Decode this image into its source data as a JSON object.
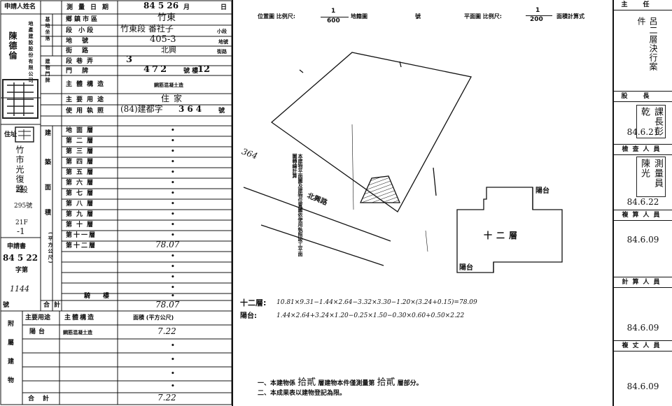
{
  "applicant": {
    "header": "申請人姓名",
    "company": "地產建設股份有限公司",
    "person": "陳德倫",
    "address_label": "住址",
    "address_city": "竹市光復路",
    "address_section": "2段",
    "address_number": "295號",
    "address_floor": "21F",
    "address_suffix": "-1",
    "apply_label": "申請書",
    "apply_date": "84 5 22",
    "apply_num_label": "字第",
    "apply_number": "1144",
    "apply_num_suffix": "號"
  },
  "survey": {
    "date_label": "測量日期",
    "date_value": "84 5 26",
    "date_month": "月",
    "date_day": "日",
    "township_label": "鄉鎮市區",
    "township_value": "竹東",
    "section_label": "段 小段",
    "section_value": "竹東段 番社子",
    "section_suffix": "小段",
    "parcel_label": "地號",
    "parcel_value": "405-3",
    "parcel_suffix": "地號",
    "land_label": "基地坐落",
    "street_label": "街路",
    "street_value": "北興",
    "street_suffix": "街路",
    "lane_label": "段巷弄",
    "lane_value": "3",
    "door_label": "門牌",
    "door_value": "472",
    "door_floor": "12",
    "door_suffix": "號 樓",
    "building_door_label": "建物門牌",
    "structure_label": "主體構造",
    "structure_value": "鋼筋混凝土造",
    "use_label": "主要用途",
    "use_value": "住家",
    "permit_label": "使用執照",
    "permit_value": "(84)建都字",
    "permit_number": "364",
    "permit_suffix": "號"
  },
  "floors": {
    "group_label_1": "建",
    "group_label_2": "築",
    "group_label_3": "面",
    "group_label_4": "積",
    "unit_label": "(平方公尺)",
    "rows": [
      {
        "name": "地面層",
        "value": "•"
      },
      {
        "name": "第二層",
        "value": "•"
      },
      {
        "name": "第三層",
        "value": "•"
      },
      {
        "name": "第四層",
        "value": "•"
      },
      {
        "name": "第五層",
        "value": "•"
      },
      {
        "name": "第六層",
        "value": "•"
      },
      {
        "name": "第七層",
        "value": "•"
      },
      {
        "name": "第八層",
        "value": "•"
      },
      {
        "name": "第九層",
        "value": "•"
      },
      {
        "name": "第十層",
        "value": "•"
      },
      {
        "name": "第十一層",
        "value": "•"
      },
      {
        "name": "第十二層",
        "value": "78.07"
      },
      {
        "name": "",
        "value": "•"
      },
      {
        "name": "",
        "value": "•"
      },
      {
        "name": "",
        "value": "•"
      },
      {
        "name": "",
        "value": "•"
      },
      {
        "name": "騎樓",
        "value": "•"
      }
    ],
    "total_label": "合計",
    "total_value": "78.07"
  },
  "attached": {
    "side_label": "附屬建物",
    "h_use": "主要用途",
    "h_structure": "主體構造",
    "h_area": "面積 (平方公尺)",
    "rows": [
      {
        "use": "陽台",
        "structure": "鋼筋混凝土造",
        "area": "7.22"
      },
      {
        "use": "",
        "structure": "",
        "area": "•"
      },
      {
        "use": "",
        "structure": "",
        "area": "•"
      },
      {
        "use": "",
        "structure": "",
        "area": "•"
      },
      {
        "use": "",
        "structure": "",
        "area": "•"
      },
      {
        "use": "",
        "structure": "",
        "area": "•"
      }
    ],
    "total_label": "合計",
    "total_value": "7.22"
  },
  "drawing": {
    "location_title": "位置圖 比例尺:",
    "location_scale_num": "1",
    "location_scale_den": "600",
    "location_suffix": "地籍圖",
    "location_no": "號",
    "plan_title": "平面圖 比例尺:",
    "plan_scale_num": "1",
    "plan_scale_den": "200",
    "plan_suffix": "面積計算式",
    "road_label": "北興路",
    "parcel_number": "364",
    "note_vertical": "本建物平面圖及建物位置圖依使用執照竣工平面圖轉繪計算",
    "plan_floor_label": "十二層",
    "balcony_1": "陽台",
    "balcony_2": "陽台",
    "formula_1_label": "十二層:",
    "formula_1": "10.81×9.31−1.44×2.64−3.32×3.30−1.20×(3.24+0.15)=78.09",
    "formula_2_label": "陽台:",
    "formula_2": "1.44×2.64+3.24×1.20−0.25×1.50−0.30×0.60+0.50×2.22",
    "note_1_prefix": "一、本建物係",
    "note_1_a": "拾貳",
    "note_1_mid": "層建物本件僅測量第",
    "note_1_b": "拾貳",
    "note_1_suffix": "層部分。",
    "note_2": "二、本成果表以建物登記為限。"
  },
  "approvals": {
    "chief_label": "主任",
    "chief_stamp": "呂二層決行案件",
    "head_label": "股長",
    "head_stamp": "課長彭乾",
    "head_date": "84.6.21",
    "inspector_label": "檢查人員",
    "inspector_stamp": "測量員陳光",
    "inspector_date": "84.6.22",
    "recalc_label": "複算人員",
    "recalc_date": "84.6.09",
    "calc_label": "計算人員",
    "calc_date": "84.6.09",
    "draft_label": "複丈人員",
    "draft_date": "84.6.09"
  }
}
